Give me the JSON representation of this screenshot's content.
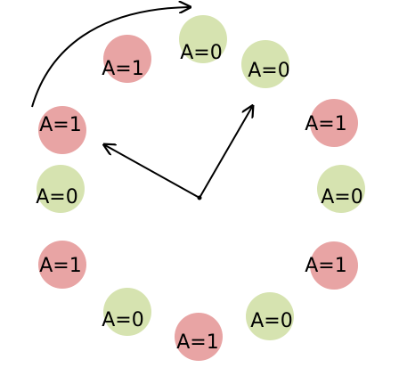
{
  "diagram": {
    "colors": {
      "state_a1": "#e8a4a4",
      "state_a0": "#d6e3b0",
      "arrow": "#000000"
    },
    "nodes": [
      {
        "id": "n1",
        "label": "A=1",
        "state": 1
      },
      {
        "id": "n2",
        "label": "A=0",
        "state": 0
      },
      {
        "id": "n3",
        "label": "A=0",
        "state": 0
      },
      {
        "id": "n4",
        "label": "A=1",
        "state": 1
      },
      {
        "id": "n5",
        "label": "A=0",
        "state": 0
      },
      {
        "id": "n6",
        "label": "A=1",
        "state": 1
      },
      {
        "id": "n7",
        "label": "A=0",
        "state": 0
      },
      {
        "id": "n8",
        "label": "A=1",
        "state": 1
      },
      {
        "id": "n9",
        "label": "A=0",
        "state": 0
      },
      {
        "id": "n10",
        "label": "A=1",
        "state": 1
      },
      {
        "id": "n11",
        "label": "A=0",
        "state": 0
      },
      {
        "id": "n12",
        "label": "A=1",
        "state": 1
      }
    ],
    "arrows": [
      {
        "id": "arrow-to-upper-right",
        "description": "from center to upper-right node"
      },
      {
        "id": "arrow-to-left",
        "description": "from center to left node"
      },
      {
        "id": "arrow-curved-top",
        "description": "curved arrow across top"
      }
    ]
  }
}
